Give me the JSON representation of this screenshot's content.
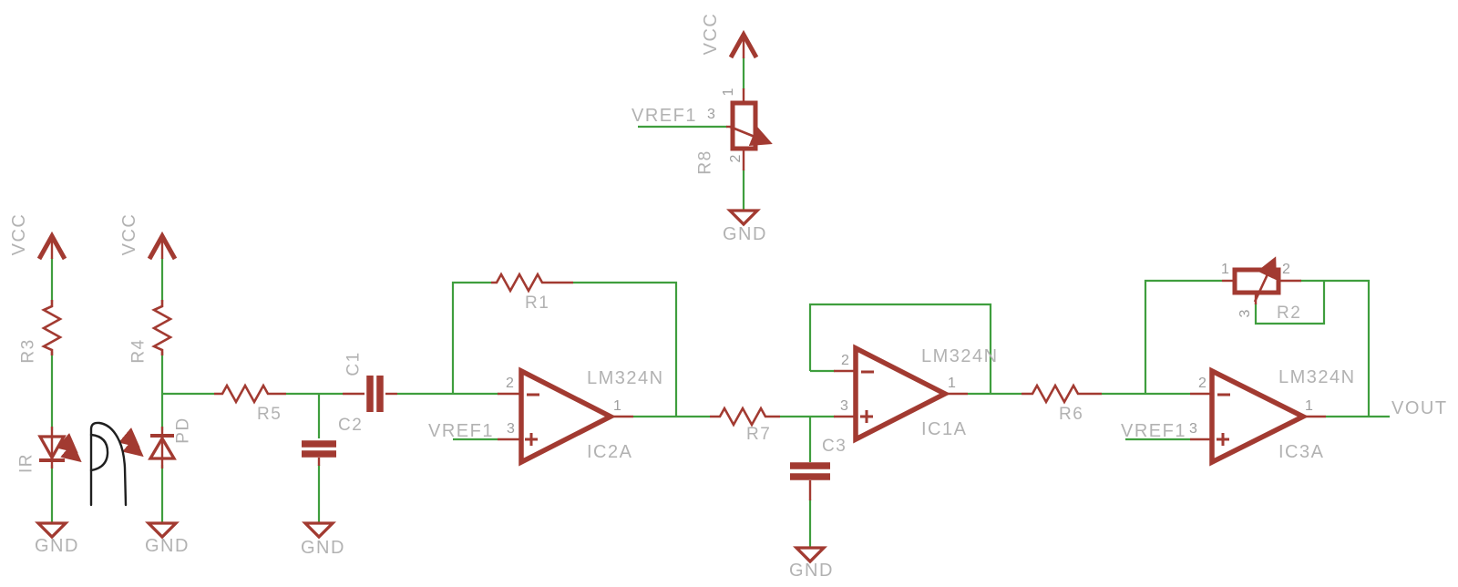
{
  "colors": {
    "component_red": "#a23a31",
    "wire_green": "#3f9e3e",
    "label_gray": "#b2b2b2",
    "pin_gray": "#9e9e9e",
    "annotation_black": "#1f1f1f",
    "background": "#ffffff"
  },
  "nets": {
    "vcc": "VCC",
    "gnd": "GND",
    "vref": "VREF1",
    "vout": "VOUT"
  },
  "components": {
    "r1": "R1",
    "r2": "R2",
    "r3": "R3",
    "r4": "R4",
    "r5": "R5",
    "r6": "R6",
    "r7": "R7",
    "r8": "R8",
    "c1": "C1",
    "c2": "C2",
    "c3": "C3",
    "ir_led": "IR",
    "photodiode": "PD"
  },
  "opamps": [
    {
      "ref": "IC2A",
      "part": "LM324N",
      "pin_inverting": "2",
      "pin_noninverting": "3",
      "pin_output": "1"
    },
    {
      "ref": "IC1A",
      "part": "LM324N",
      "pin_inverting": "2",
      "pin_noninverting": "3",
      "pin_output": "1"
    },
    {
      "ref": "IC3A",
      "part": "LM324N",
      "pin_inverting": "2",
      "pin_noninverting": "3",
      "pin_output": "1"
    }
  ],
  "potentiometers": {
    "r8": {
      "ref": "R8",
      "pin1": "1",
      "pin2": "2",
      "pin3": "3"
    },
    "r2": {
      "ref": "R2",
      "pin1": "1",
      "pin2": "2",
      "pin3": "3"
    }
  }
}
